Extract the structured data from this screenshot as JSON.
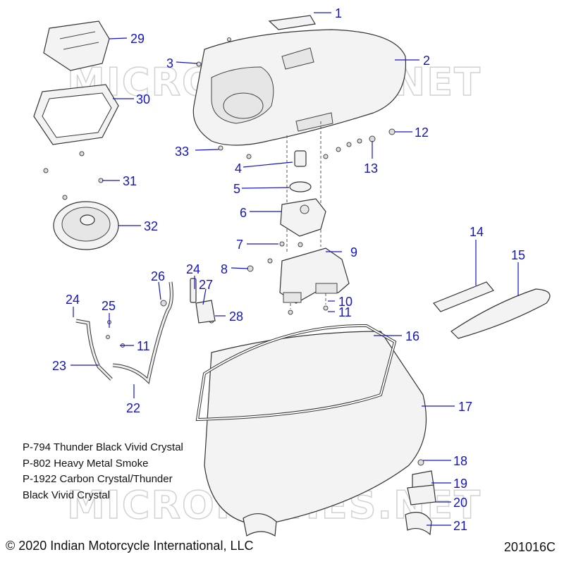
{
  "watermark": "MICROFICHES.NET",
  "callouts": [
    "1",
    "2",
    "3",
    "4",
    "5",
    "6",
    "7",
    "8",
    "9",
    "10",
    "11",
    "11",
    "12",
    "13",
    "14",
    "15",
    "16",
    "17",
    "18",
    "19",
    "20",
    "21",
    "22",
    "23",
    "24",
    "24",
    "25",
    "26",
    "27",
    "28",
    "29",
    "30",
    "31",
    "32",
    "33"
  ],
  "notes": [
    "P-794 Thunder Black Vivid Crystal",
    "P-802 Heavy Metal Smoke",
    "P-1922 Carbon Crystal/Thunder",
    "Black Vivid Crystal"
  ],
  "copyright": "© 2020 Indian Motorcycle International, LLC",
  "drawing_number": "201016C",
  "colors": {
    "callout": "#1414c8",
    "line": "#333333",
    "watermark": "#d2d2d2"
  }
}
